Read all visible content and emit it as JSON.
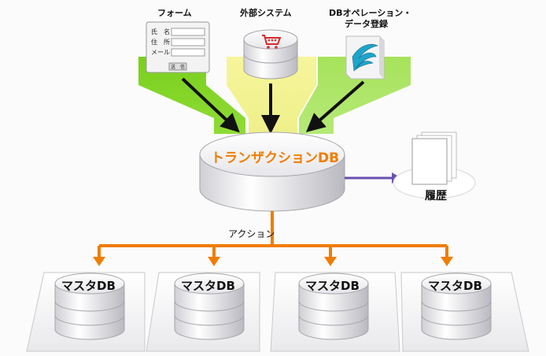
{
  "sources": [
    {
      "label": "フォーム"
    },
    {
      "label": "外部システム"
    },
    {
      "label_lines": [
        "DBオペレーション・",
        "データ登録"
      ]
    }
  ],
  "form": {
    "fields": [
      {
        "label": "氏　名"
      },
      {
        "label": "住　所"
      },
      {
        "label": "メール"
      }
    ],
    "submit_label": "送　信"
  },
  "transaction_db": {
    "label": "トランザクションDB"
  },
  "history": {
    "label": "履歴"
  },
  "action": {
    "label": "アクション"
  },
  "master_dbs": [
    {
      "label": "マスタDB"
    },
    {
      "label": "マスタDB"
    },
    {
      "label": "マスタDB"
    },
    {
      "label": "マスタDB"
    }
  ],
  "colors": {
    "form_band": "#7cd321",
    "system_band": "#f4f39a",
    "operation_band": "#9fe05a",
    "flow_arrow": "#f07d00",
    "history_arrow": "#6a4fb0",
    "input_arrow": "#111111"
  }
}
